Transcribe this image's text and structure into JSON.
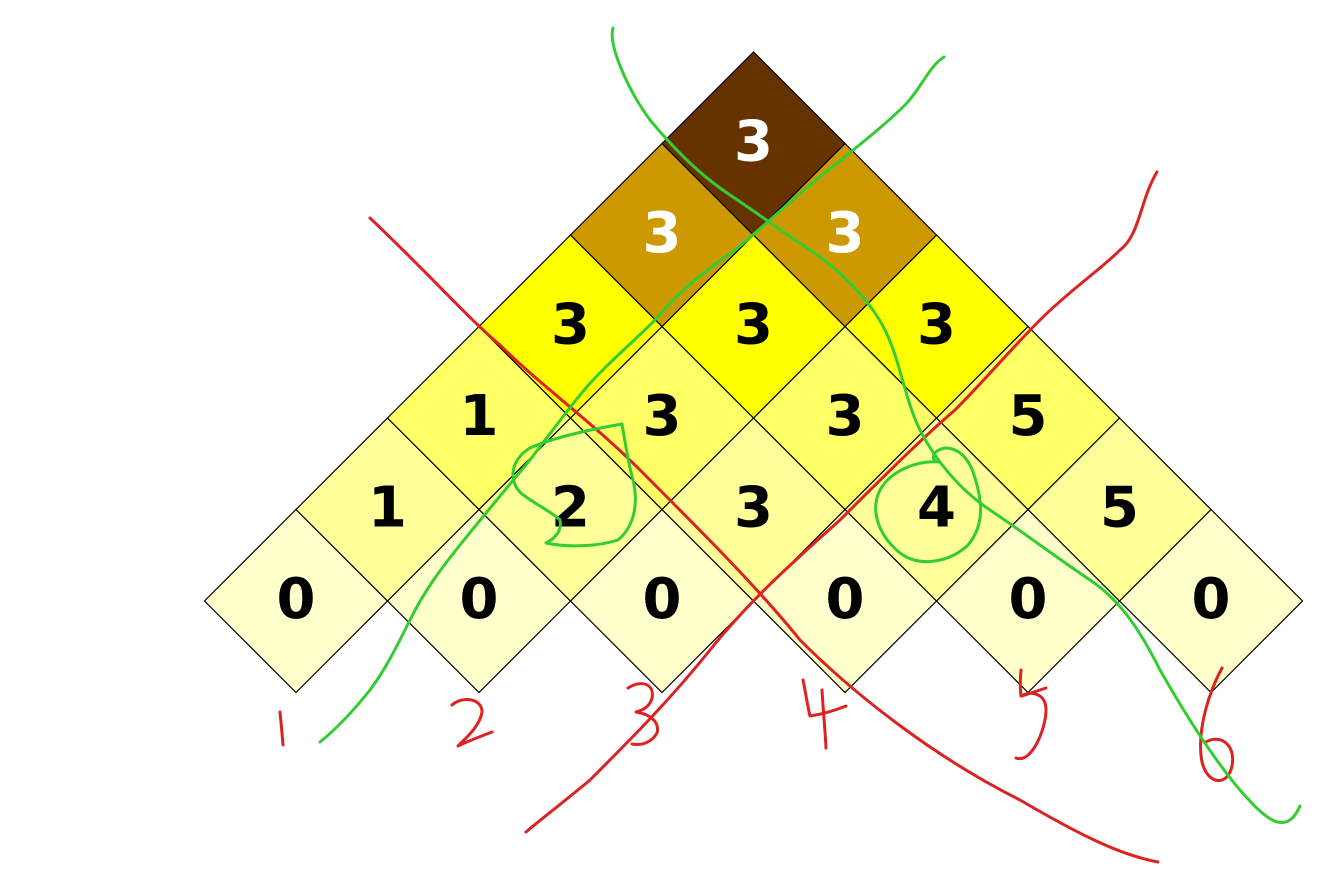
{
  "rows": [
    {
      "values": [
        "0",
        "0",
        "0",
        "0",
        "0",
        "0"
      ],
      "fill": "#ffffcc",
      "text_color": "#000000"
    },
    {
      "values": [
        "1",
        "2",
        "3",
        "4",
        "5"
      ],
      "fill": "#ffff99",
      "text_color": "#000000"
    },
    {
      "values": [
        "1",
        "3",
        "3",
        "5"
      ],
      "fill": "#ffff66",
      "text_color": "#000000"
    },
    {
      "values": [
        "3",
        "3",
        "3"
      ],
      "fill": "#ffff00",
      "text_color": "#000000"
    },
    {
      "values": [
        "3",
        "3"
      ],
      "fill": "#cc9900",
      "text_color": "#ffffff"
    },
    {
      "values": [
        "3"
      ],
      "fill": "#663300",
      "text_color": "#ffffff"
    }
  ],
  "column_labels": [
    "1",
    "2",
    "3",
    "4",
    "5",
    "6"
  ],
  "circled": [
    {
      "row": 1,
      "col": 1
    },
    {
      "row": 1,
      "col": 3
    }
  ],
  "colors": {
    "red_ink": "#dd2222",
    "green_ink": "#33cc33",
    "outline": "#000000"
  }
}
